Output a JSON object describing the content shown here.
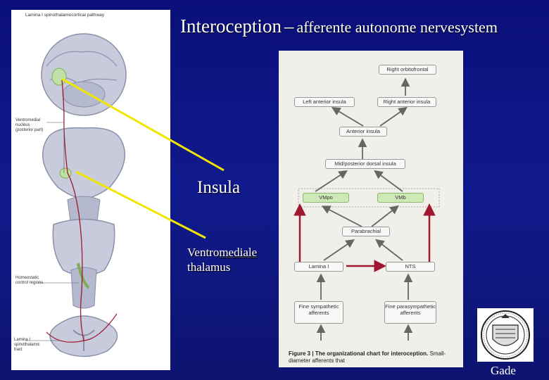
{
  "title": {
    "main": "Interoception",
    "dash": "–",
    "sub": "afferente autonome nervesystem"
  },
  "left_panel": {
    "caption": "Lamina I spinothalamocortical pathway",
    "labels": {
      "ventromedial": "Ventromedial nucleus (posterior part)",
      "homeostatic": "Homeostatic control regions",
      "lamina_spino": "Lamina I spinothalamic tract"
    }
  },
  "overlay_labels": {
    "insula": "Insula",
    "ventro_1_a": "Ventro",
    "ventro_1_b": "mediale",
    "ventro_2": "thalamus"
  },
  "flowchart": {
    "nodes": {
      "right_orbitofrontal": "Right orbitofrontal",
      "left_anterior_insula": "Left anterior insula",
      "right_anterior_insula": "Right anterior insula",
      "anterior_insula": "Anterior insula",
      "mid_posterior_dorsal_insula": "Mid/posterior dorsal insula",
      "vmpo": "VMpo",
      "vmb": "VMb",
      "parabrachial": "Parabrachial",
      "lamina_i": "Lamina I",
      "nts": "NTS",
      "fine_sympathetic": "Fine sympathetic afferents",
      "fine_parasympathetic": "Fine parasympathetic afferents"
    },
    "caption_bold": "Figure 3 | The organizational chart for interoception.",
    "caption_rest": "Small-diameter afferents that"
  },
  "footer": {
    "author": "Gade"
  },
  "colors": {
    "background": "#0d1370",
    "title_text": "#ffffff",
    "pointer_lines": "#f2e600",
    "pathway_red": "#a01830",
    "thalamus_green": "#cfe8b8"
  }
}
